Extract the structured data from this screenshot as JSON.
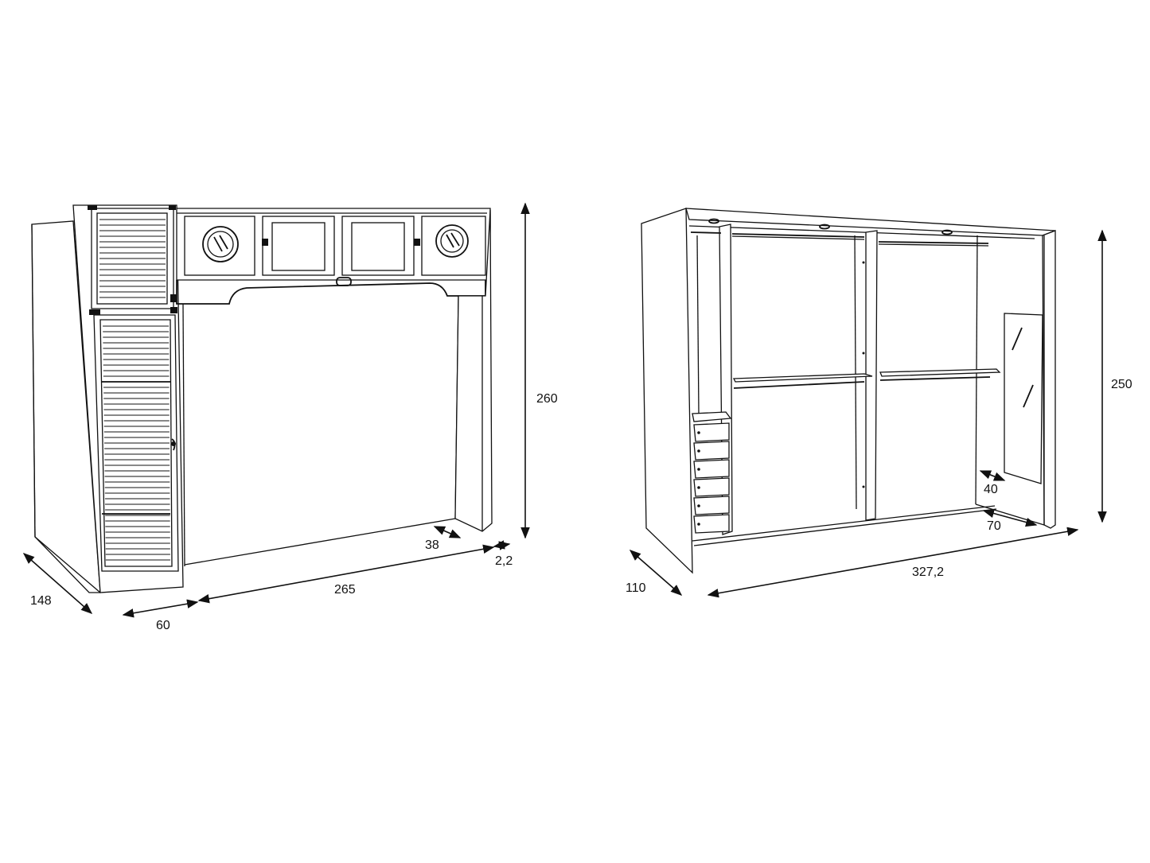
{
  "diagram": {
    "left_unit": {
      "dimensions": {
        "height": "260",
        "depth": "148",
        "tower_width": "60",
        "bridge_width": "265",
        "bridge_depth": "38",
        "panel_thickness": "2,2"
      }
    },
    "right_unit": {
      "dimensions": {
        "height": "250",
        "depth": "110",
        "width": "327,2",
        "mirror_depth": "40",
        "mirror_width": "70"
      }
    },
    "colors": {
      "line": "#111111",
      "background": "#ffffff"
    }
  }
}
